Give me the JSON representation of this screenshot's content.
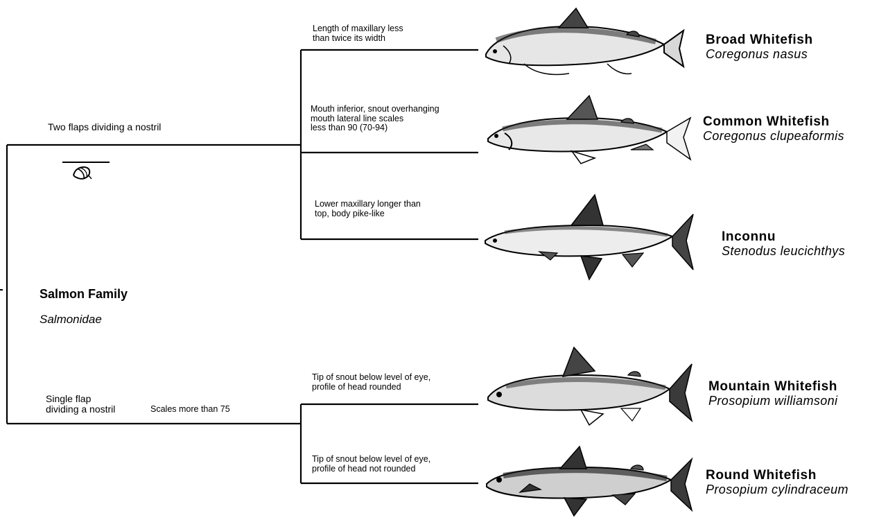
{
  "family": {
    "common_name": "Salmon Family",
    "scientific_name": "Salmonidae"
  },
  "branches": {
    "two_flaps": "Two flaps dividing a nostril",
    "single_flap": "Single flap\ndividing a nostril",
    "scales_more_than_75": "Scales more than 75"
  },
  "couplets": [
    "Length of maxillary less\nthan twice its width",
    "Mouth inferior, snout overhanging\nmouth lateral line scales\nless than 90 (70-94)",
    "Lower maxillary longer than\ntop, body pike-like",
    "Tip of snout below level of eye,\nprofile of head rounded",
    "Tip of snout below level of eye,\nprofile of head not rounded"
  ],
  "species": [
    {
      "common": "Broad Whitefish",
      "scientific": "Coregonus nasus"
    },
    {
      "common": "Common Whitefish",
      "scientific": "Coregonus clupeaformis"
    },
    {
      "common": "Inconnu",
      "scientific": "Stenodus leucichthys"
    },
    {
      "common": "Mountain Whitefish",
      "scientific": "Prosopium williamsoni"
    },
    {
      "common": "Round Whitefish",
      "scientific": "Prosopium cylindraceum"
    }
  ]
}
